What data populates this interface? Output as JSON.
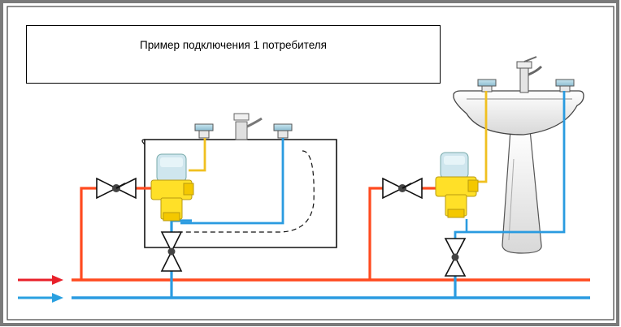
{
  "title": "Пример подключения 1 потребителя",
  "colors": {
    "hot_pipe": "#ff4a1f",
    "cold_pipe": "#2a9be0",
    "mixed_pipe": "#f0c020",
    "hot_arrow": "#e8202a",
    "cold_arrow": "#2aa0e0",
    "valve_body": "#ffe028",
    "frame": "#7a7a7a"
  },
  "diagram": {
    "fixtures": [
      "bathtub",
      "washbasin"
    ],
    "components": [
      "mixing-valve",
      "ball-valve",
      "shutoff-valve",
      "faucet",
      "hot-inlet-arrow",
      "cold-inlet-arrow"
    ]
  }
}
